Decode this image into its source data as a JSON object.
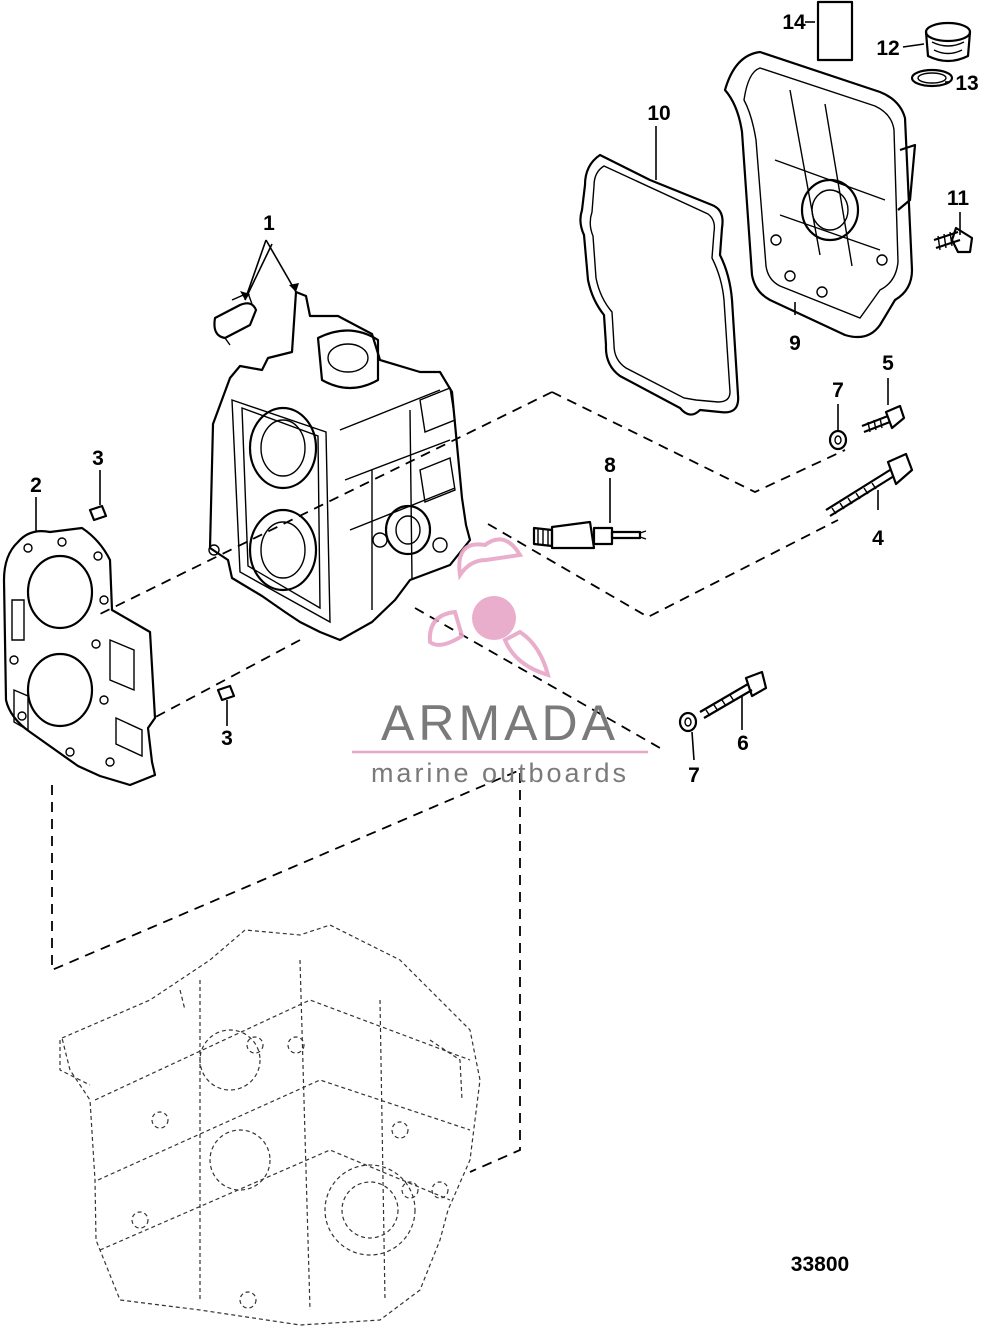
{
  "diagram": {
    "callouts": {
      "c1": "1",
      "c2": "2",
      "c3a": "3",
      "c3b": "3",
      "c4": "4",
      "c5": "5",
      "c6": "6",
      "c7a": "7",
      "c7b": "7",
      "c8": "8",
      "c9": "9",
      "c10": "10",
      "c11": "11",
      "c12": "12",
      "c13": "13",
      "c14": "14"
    },
    "figure_number": "33800"
  },
  "watermark": {
    "brand": "ARMADA",
    "tagline": "marine outboards",
    "accent_color": "#e8a6c8",
    "text_color": "#7a7a7a"
  }
}
